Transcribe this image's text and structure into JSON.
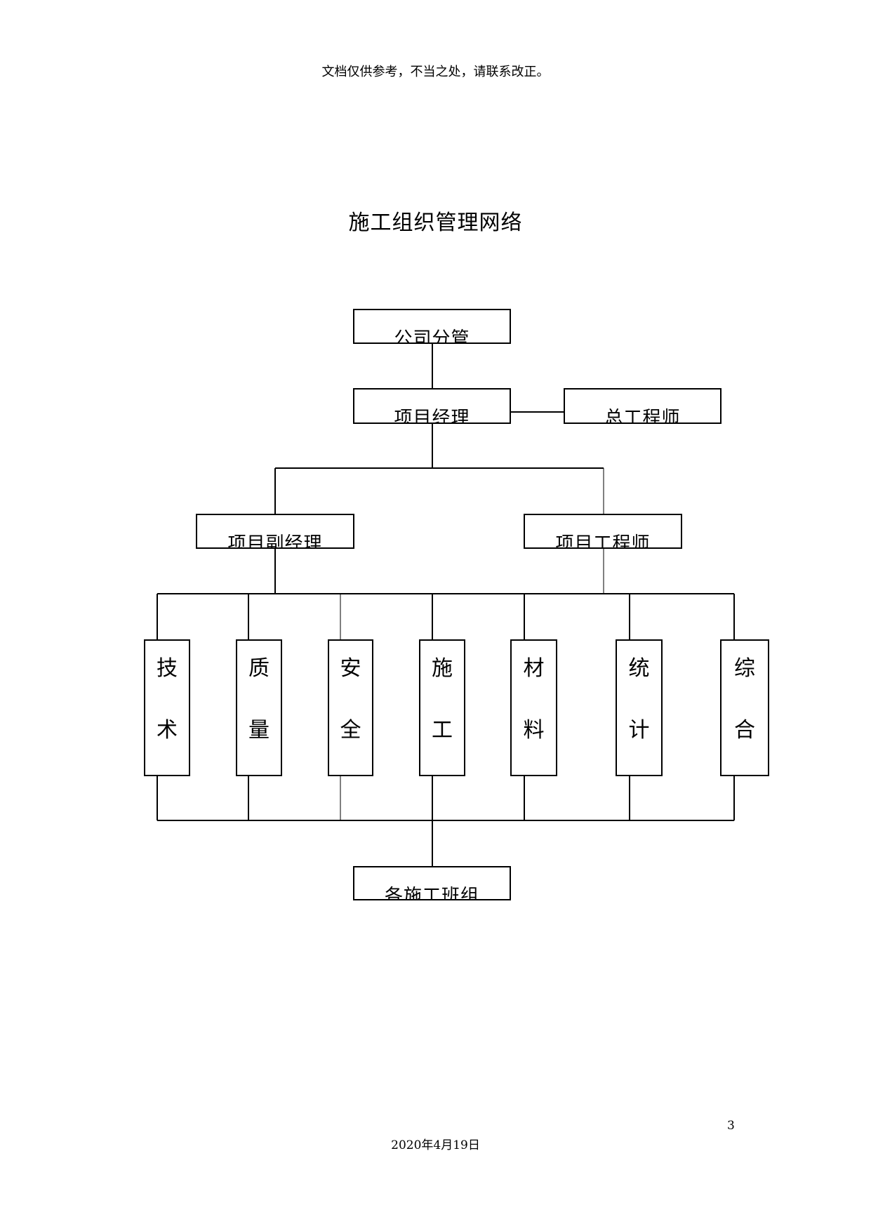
{
  "header": {
    "disclaimer": "文档仅供参考，不当之处，请联系改正。"
  },
  "title": "施工组织管理网络",
  "org": {
    "top": "公司分管",
    "manager": "项目经理",
    "chief_engineer": "总工程师",
    "deputy_manager": "项目副经理",
    "project_engineer": "项目工程师",
    "departments": [
      {
        "c1": "技",
        "c2": "术"
      },
      {
        "c1": "质",
        "c2": "量"
      },
      {
        "c1": "安",
        "c2": "全"
      },
      {
        "c1": "施",
        "c2": "工"
      },
      {
        "c1": "材",
        "c2": "料"
      },
      {
        "c1": "统",
        "c2": "计"
      },
      {
        "c1": "综",
        "c2": "合"
      }
    ],
    "bottom": "各施工班组"
  },
  "footer": {
    "page_number": "3",
    "date": "2020年4月19日"
  }
}
